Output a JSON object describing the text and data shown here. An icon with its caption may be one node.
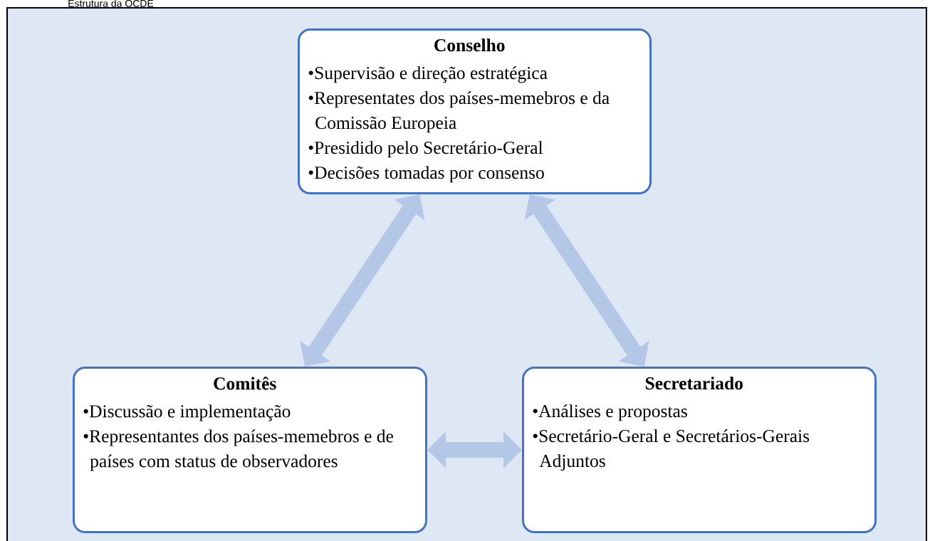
{
  "diagram": {
    "title": "Estrutura da OCDE",
    "nodes": [
      {
        "text": [
          "Conselho",
          "•Supervisão e direção estratégica",
          "•Representates dos países-memebros e da Comissão Europeia",
          "•Presidido pelo Secretário-Geral",
          "•Decisões tomadas por consenso"
        ]
      },
      {
        "text": [
          "Comitês",
          "•Discussão e implementação",
          "•Representantes dos países-memebros e de países com status de observadores"
        ]
      },
      {
        "text": [
          "Secretariado",
          "•Análises e propostas",
          "•Secretário-Geral e Secretários-Gerais Adjuntos"
        ]
      }
    ],
    "edges": [
      {
        "from": 1,
        "to": 0,
        "arrow": "both"
      },
      {
        "from": 0,
        "to": 2,
        "arrow": "both"
      },
      {
        "from": 1,
        "to": 2,
        "arrow": "both"
      }
    ]
  }
}
